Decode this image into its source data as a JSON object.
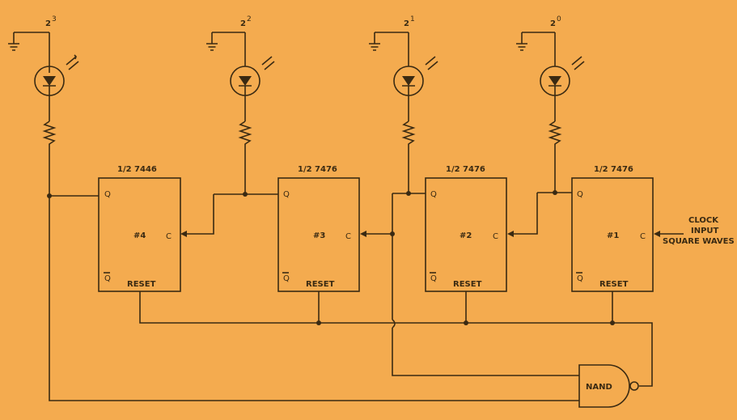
{
  "flipflops": [
    {
      "id": "ff4",
      "part": "1/2 7446",
      "num": "#4",
      "q": "Q",
      "qbar": "Q",
      "c": "C",
      "reset": "RESET"
    },
    {
      "id": "ff3",
      "part": "1/2 7476",
      "num": "#3",
      "q": "Q",
      "qbar": "Q",
      "c": "C",
      "reset": "RESET"
    },
    {
      "id": "ff2",
      "part": "1/2 7476",
      "num": "#2",
      "q": "Q",
      "qbar": "Q",
      "c": "C",
      "reset": "RESET"
    },
    {
      "id": "ff1",
      "part": "1/2 7476",
      "num": "#1",
      "q": "Q",
      "qbar": "Q",
      "c": "C",
      "reset": "RESET"
    }
  ],
  "leds": [
    {
      "base": "2",
      "exp": "3"
    },
    {
      "base": "2",
      "exp": "2"
    },
    {
      "base": "2",
      "exp": "1"
    },
    {
      "base": "2",
      "exp": "0"
    }
  ],
  "clock": {
    "line1": "CLOCK",
    "line2": "INPUT",
    "line3": "SQUARE WAVES"
  },
  "gate": {
    "label": "NAND"
  },
  "colors": {
    "background": "#f4ab4f",
    "ink": "#3a2a12"
  }
}
